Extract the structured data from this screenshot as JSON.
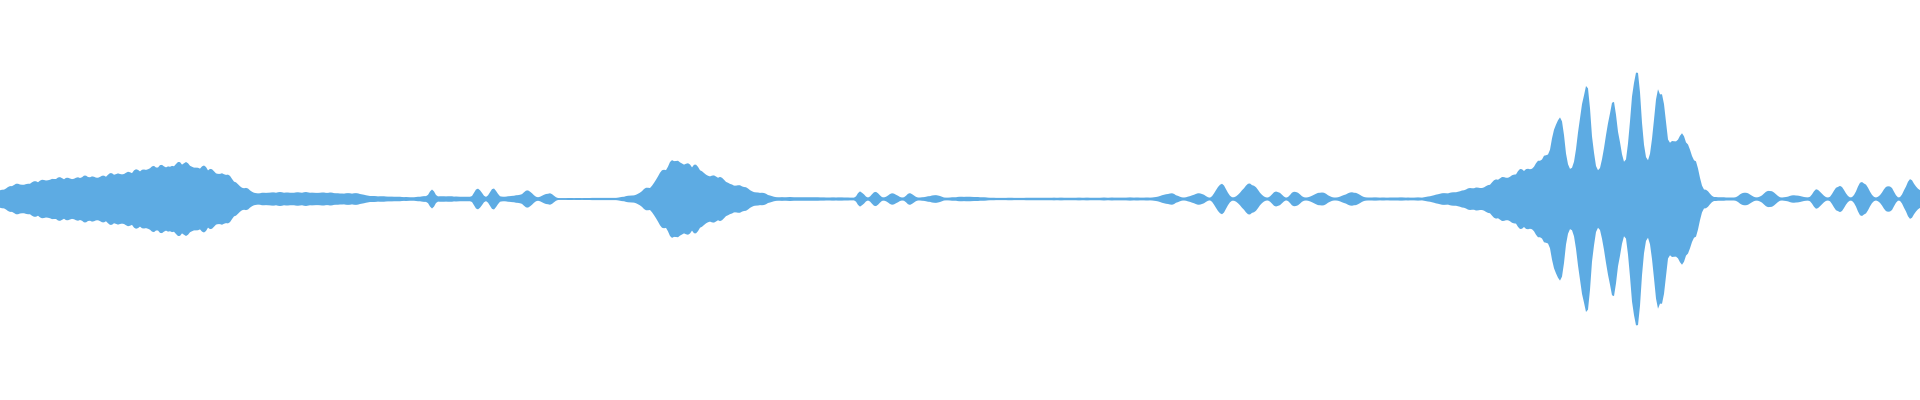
{
  "waveform": {
    "color": "#5DABE3",
    "background": "#FFFFFF",
    "amplitude_profile": [
      [
        0.0,
        0.05
      ],
      [
        0.01,
        0.08
      ],
      [
        0.03,
        0.11
      ],
      [
        0.05,
        0.12
      ],
      [
        0.065,
        0.14
      ],
      [
        0.08,
        0.17
      ],
      [
        0.095,
        0.19
      ],
      [
        0.105,
        0.17
      ],
      [
        0.115,
        0.14
      ],
      [
        0.128,
        0.06
      ],
      [
        0.133,
        0.03
      ],
      [
        0.14,
        0.035
      ],
      [
        0.16,
        0.035
      ],
      [
        0.185,
        0.03
      ],
      [
        0.195,
        0.015
      ],
      [
        0.215,
        0.01
      ],
      [
        0.222,
        0.015
      ],
      [
        0.225,
        0.05
      ],
      [
        0.228,
        0.015
      ],
      [
        0.245,
        0.012
      ],
      [
        0.249,
        0.055
      ],
      [
        0.253,
        0.012
      ],
      [
        0.257,
        0.055
      ],
      [
        0.261,
        0.012
      ],
      [
        0.27,
        0.02
      ],
      [
        0.275,
        0.045
      ],
      [
        0.28,
        0.01
      ],
      [
        0.286,
        0.03
      ],
      [
        0.291,
        0.005
      ],
      [
        0.32,
        0.006
      ],
      [
        0.33,
        0.02
      ],
      [
        0.338,
        0.06
      ],
      [
        0.345,
        0.15
      ],
      [
        0.352,
        0.21
      ],
      [
        0.36,
        0.18
      ],
      [
        0.372,
        0.12
      ],
      [
        0.385,
        0.07
      ],
      [
        0.395,
        0.035
      ],
      [
        0.405,
        0.01
      ],
      [
        0.445,
        0.008
      ],
      [
        0.448,
        0.04
      ],
      [
        0.452,
        0.008
      ],
      [
        0.456,
        0.04
      ],
      [
        0.46,
        0.008
      ],
      [
        0.465,
        0.03
      ],
      [
        0.47,
        0.008
      ],
      [
        0.474,
        0.03
      ],
      [
        0.478,
        0.008
      ],
      [
        0.488,
        0.02
      ],
      [
        0.492,
        0.008
      ],
      [
        0.504,
        0.012
      ],
      [
        0.52,
        0.006
      ],
      [
        0.555,
        0.007
      ],
      [
        0.6,
        0.008
      ],
      [
        0.61,
        0.03
      ],
      [
        0.616,
        0.008
      ],
      [
        0.625,
        0.03
      ],
      [
        0.63,
        0.008
      ],
      [
        0.636,
        0.08
      ],
      [
        0.642,
        0.008
      ],
      [
        0.651,
        0.08
      ],
      [
        0.66,
        0.008
      ],
      [
        0.665,
        0.04
      ],
      [
        0.67,
        0.008
      ],
      [
        0.674,
        0.04
      ],
      [
        0.68,
        0.008
      ],
      [
        0.688,
        0.035
      ],
      [
        0.695,
        0.008
      ],
      [
        0.705,
        0.035
      ],
      [
        0.712,
        0.008
      ],
      [
        0.74,
        0.008
      ],
      [
        0.752,
        0.03
      ],
      [
        0.77,
        0.06
      ],
      [
        0.785,
        0.12
      ],
      [
        0.795,
        0.16
      ],
      [
        0.805,
        0.22
      ],
      [
        0.812,
        0.45
      ],
      [
        0.818,
        0.15
      ],
      [
        0.826,
        0.6
      ],
      [
        0.832,
        0.15
      ],
      [
        0.84,
        0.5
      ],
      [
        0.846,
        0.2
      ],
      [
        0.852,
        0.68
      ],
      [
        0.858,
        0.2
      ],
      [
        0.864,
        0.6
      ],
      [
        0.87,
        0.3
      ],
      [
        0.876,
        0.35
      ],
      [
        0.882,
        0.22
      ],
      [
        0.888,
        0.05
      ],
      [
        0.893,
        0.01
      ],
      [
        0.903,
        0.008
      ],
      [
        0.909,
        0.035
      ],
      [
        0.915,
        0.008
      ],
      [
        0.922,
        0.045
      ],
      [
        0.928,
        0.008
      ],
      [
        0.935,
        0.02
      ],
      [
        0.942,
        0.008
      ],
      [
        0.946,
        0.05
      ],
      [
        0.952,
        0.008
      ],
      [
        0.958,
        0.07
      ],
      [
        0.964,
        0.008
      ],
      [
        0.97,
        0.09
      ],
      [
        0.977,
        0.008
      ],
      [
        0.984,
        0.07
      ],
      [
        0.989,
        0.008
      ],
      [
        0.995,
        0.1
      ],
      [
        1.0,
        0.05
      ]
    ]
  }
}
